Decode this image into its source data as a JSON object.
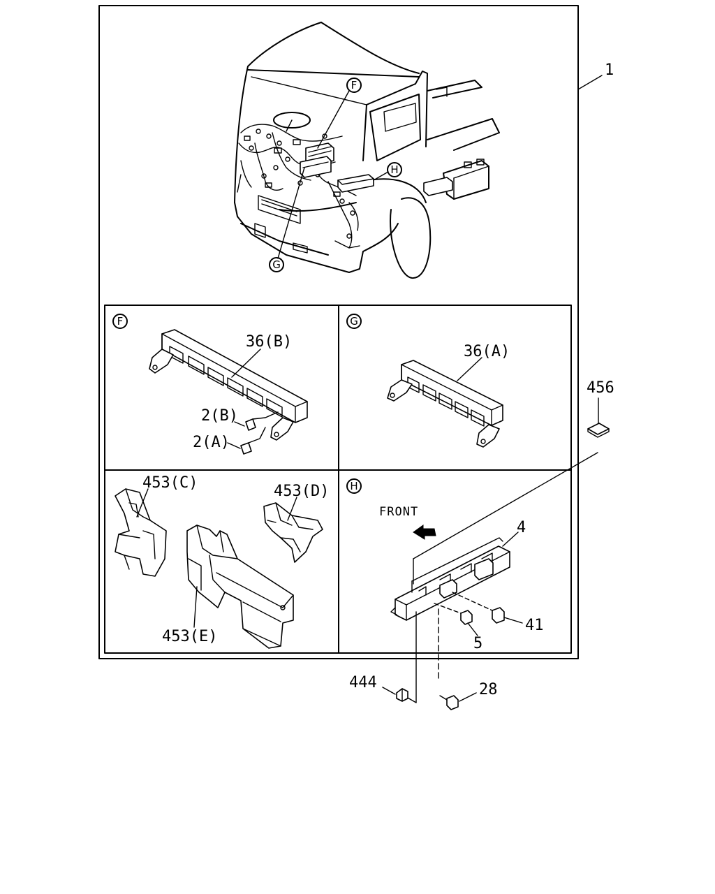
{
  "labels": {
    "part_1": "1",
    "part_456": "456",
    "part_36b": "36(B)",
    "part_36a": "36(A)",
    "part_2b": "2(B)",
    "part_2a": "2(A)",
    "part_453c": "453(C)",
    "part_453d": "453(D)",
    "part_453e": "453(E)",
    "part_4": "4",
    "part_41": "41",
    "part_5": "5",
    "part_444": "444",
    "part_28": "28",
    "front": "FRONT"
  },
  "callouts": {
    "F": "F",
    "G": "G",
    "H": "H"
  },
  "icons": {
    "front_arrow": "arrow-left-icon",
    "circle_marker": "circled-letter-icon"
  }
}
